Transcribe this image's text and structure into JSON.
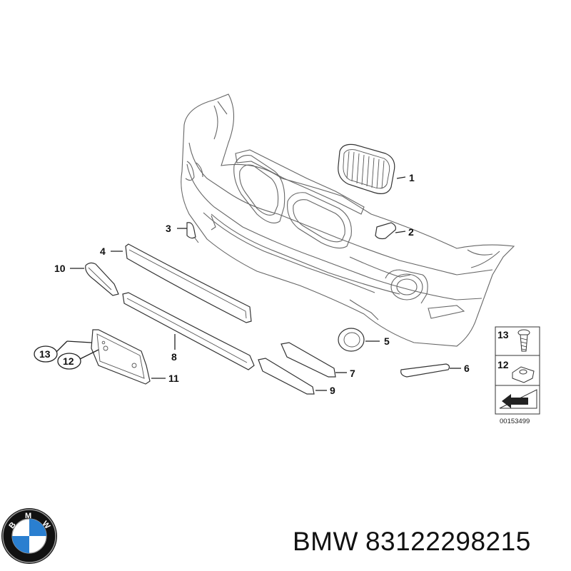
{
  "diagram": {
    "callouts": [
      "1",
      "2",
      "3",
      "4",
      "5",
      "6",
      "7",
      "8",
      "9",
      "10",
      "11",
      "12",
      "13"
    ],
    "legend": {
      "upper_number": "13",
      "lower_number": "12"
    },
    "drawing_code": "00153499"
  },
  "brand": {
    "logo_letters": "BMW",
    "name": "BMW",
    "part_number": "83122298215",
    "colors": {
      "blue": "#2a7fd0",
      "black": "#111111",
      "white": "#ffffff"
    }
  },
  "icons": {
    "logo": "bmw-roundel-icon",
    "arrow": "direction-arrow-icon"
  }
}
